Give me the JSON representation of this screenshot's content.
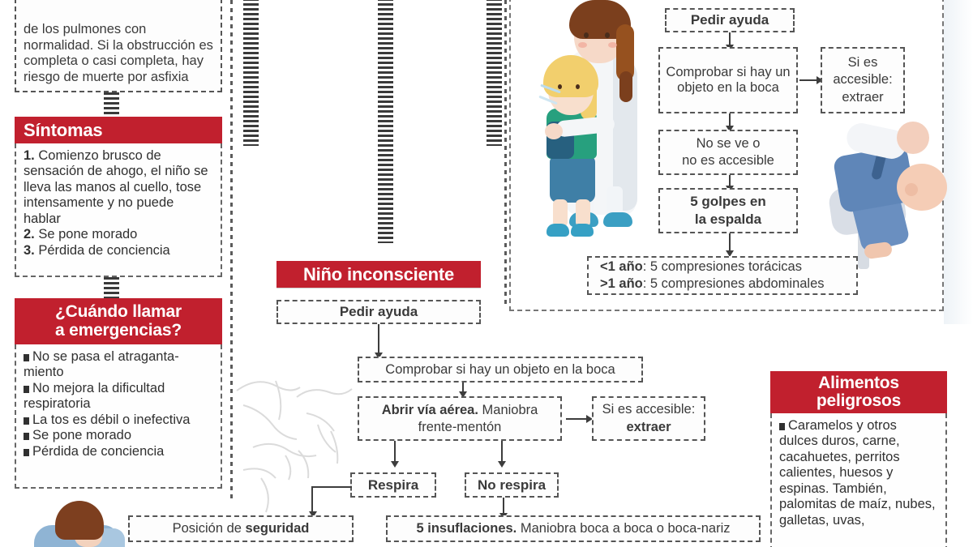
{
  "meta": {
    "title": "Atragantamiento infantil — infografía",
    "accent_red": "#c1202e",
    "text_color": "#303030",
    "background": "#ffffff"
  },
  "intro_box": {
    "text": "de los pulmones con normalidad. Si la obstrucción es completa o casi completa, hay riesgo de muerte por asfixia"
  },
  "sintomas": {
    "header": "Síntomas",
    "items": [
      {
        "num": "1.",
        "text": "Comienzo brusco de sensación de ahogo, el niño se lleva las manos al cuello, tose intensamente y no puede hablar"
      },
      {
        "num": "2.",
        "text": "Se pone morado"
      },
      {
        "num": "3.",
        "text": "Pérdida de conciencia"
      }
    ]
  },
  "emergencias": {
    "header_line1": "¿Cuándo llamar",
    "header_line2": "a emergencias?",
    "items": [
      "No se pasa el atraganta-miento",
      "No mejora la dificultad respiratoria",
      "La tos es débil o inefectiva",
      "Se pone morado",
      "Pérdida de conciencia"
    ]
  },
  "conscious_flow": {
    "pedir_ayuda": "Pedir ayuda",
    "comprobar": "Comprobar si hay un objeto en la boca",
    "si_accesible_l1": "Si es",
    "si_accesible_l2": "accesible:",
    "si_accesible_l3": "extraer",
    "no_se_ve_l1": "No se ve o",
    "no_se_ve_l2": "no es accesible",
    "golpes_l1": "5 golpes en",
    "golpes_l2": "la espalda",
    "edad_menor_label": "<1 año",
    "edad_menor_text": ": 5 compresiones torácicas",
    "edad_mayor_label": ">1 año",
    "edad_mayor_text": ": 5 compresiones abdominales"
  },
  "inconsciente": {
    "header": "Niño inconsciente",
    "pedir_ayuda": "Pedir ayuda",
    "comprobar": "Comprobar si hay un objeto en la boca",
    "abrir_bold": "Abrir vía aérea.",
    "abrir_rest": " Maniobra frente-mentón",
    "si_accesible_l1": "Si es accesible:",
    "si_accesible_l2": "extraer",
    "respira": "Respira",
    "no_respira": "No respira",
    "posicion_pre": "Posición de ",
    "posicion_bold": "seguridad",
    "insuflaciones_bold": "5 insuflaciones.",
    "insuflaciones_rest": " Maniobra boca a boca o boca-nariz"
  },
  "alimentos": {
    "header_line1": "Alimentos",
    "header_line2": "peligrosos",
    "text": "Caramelos y otros dulces duros, carne, cacahuetes, perritos calientes, huesos y espinas. También, palomitas de maíz, nubes, galletas, uvas,"
  }
}
